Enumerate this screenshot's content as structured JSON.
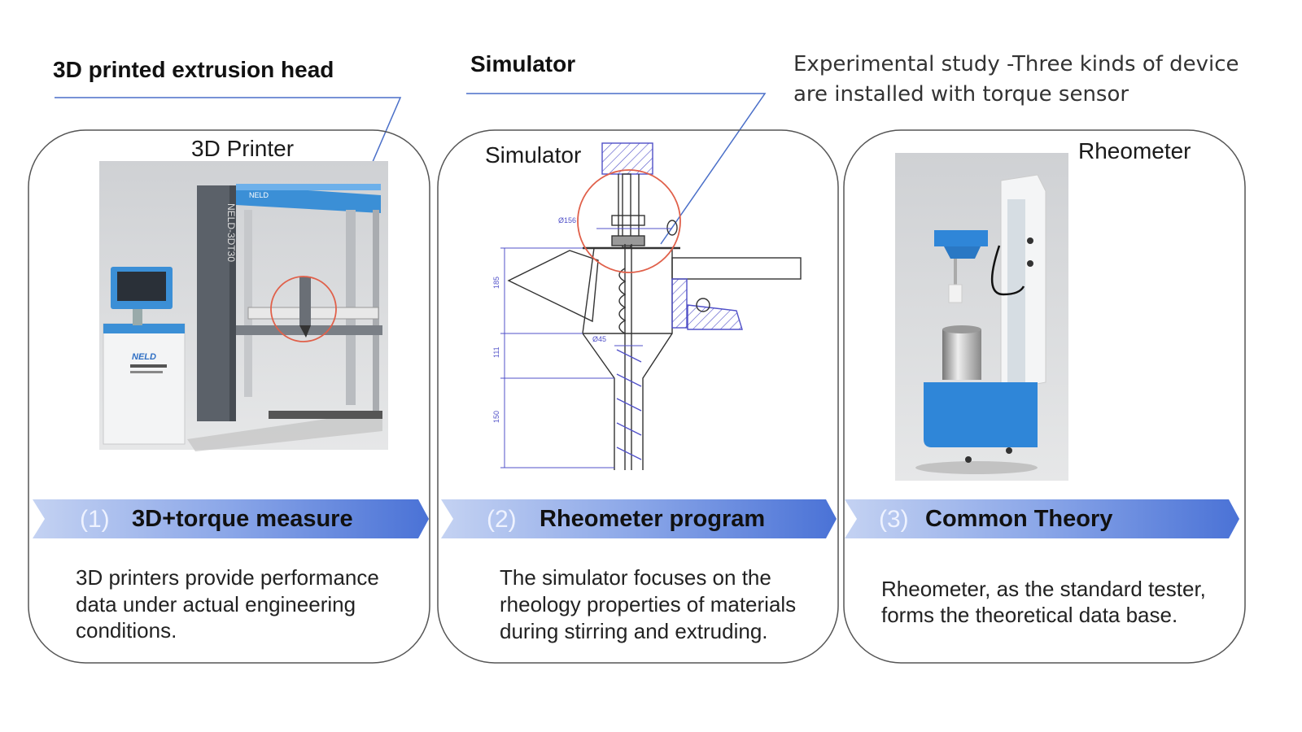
{
  "annotations": {
    "extrusion_head": "3D printed extrusion head",
    "simulator": "Simulator",
    "study_line1": "Experimental study -Three kinds of device",
    "study_line2": "are installed with torque sensor"
  },
  "panels": [
    {
      "image_label": "3D Printer",
      "number": "(1)",
      "title": "3D+torque measure",
      "description": [
        "3D printers provide performance",
        "data under actual engineering",
        "conditions."
      ],
      "image_text": {
        "frame": "NELD-3DT30",
        "beam": "NELD",
        "kiosk": "NELD"
      }
    },
    {
      "image_label": "Simulator",
      "number": "(2)",
      "title": "Rheometer program",
      "description": [
        "The simulator focuses on the",
        "rheology properties of materials",
        "during stirring and extruding."
      ],
      "dimensions": {
        "d_top": "Ø156",
        "d_bottom": "Ø45",
        "h1": "185",
        "h2": "111",
        "h3": "150"
      }
    },
    {
      "image_label": "Rheometer",
      "number": "(3)",
      "title": "Common Theory",
      "description": [
        "Rheometer, as the standard tester,",
        "forms the theoretical data base."
      ]
    }
  ],
  "colors": {
    "banner_dark": "#4a72d6",
    "banner_light": "#c4d2f2",
    "callout_line": "#4a6fc8",
    "highlight_circle": "#e0604a",
    "device_blue": "#2f86d8"
  }
}
